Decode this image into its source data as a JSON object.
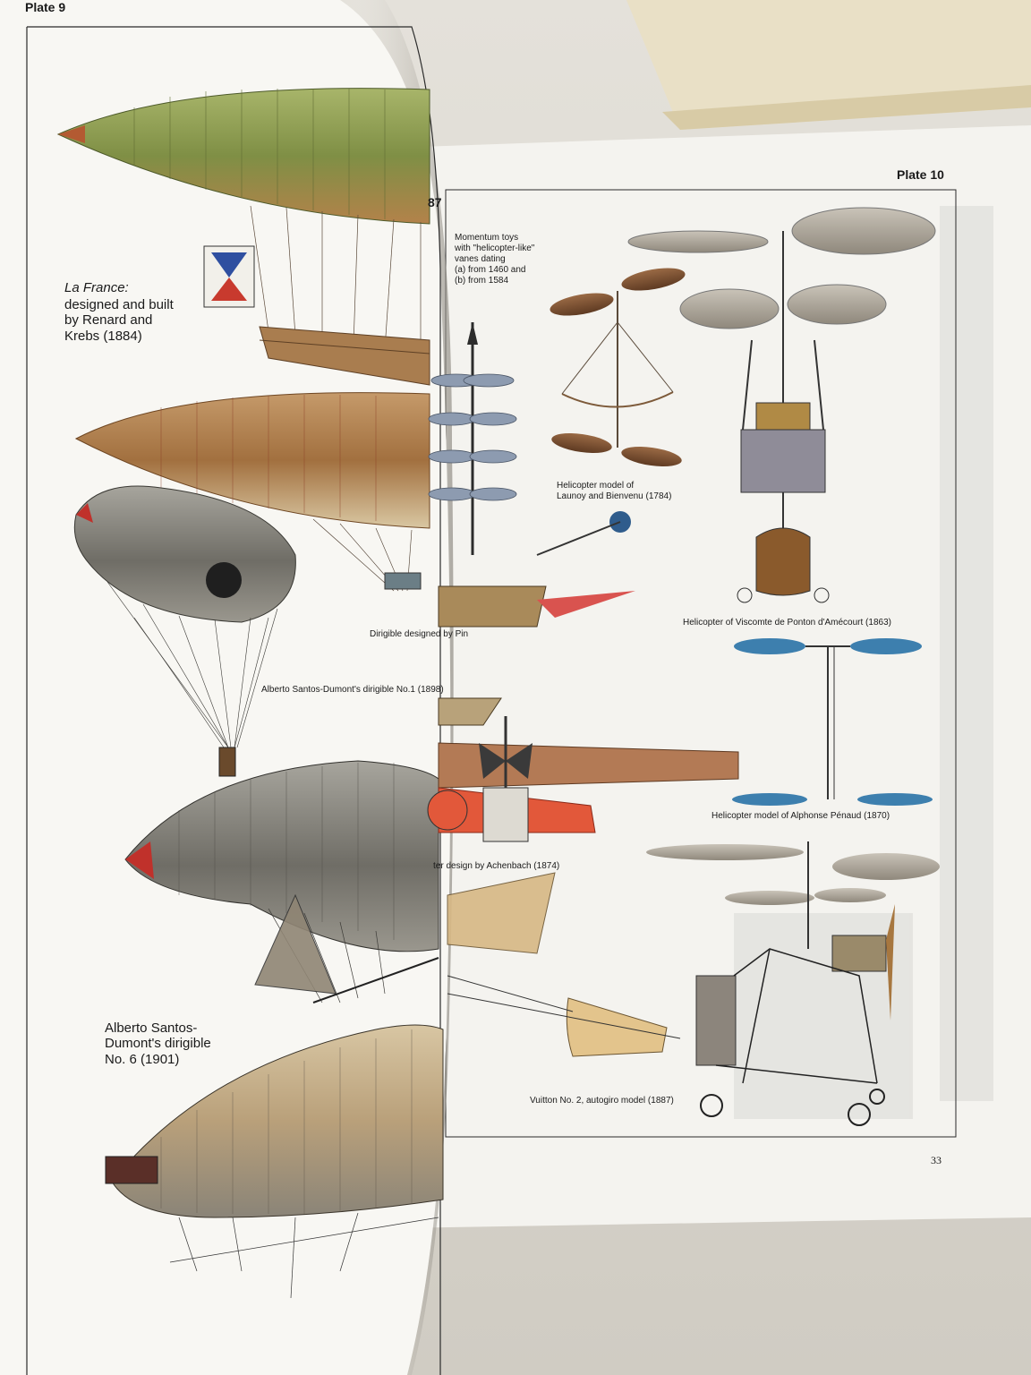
{
  "left_page": {
    "plate_label": "Plate 9",
    "captions": {
      "la_france_title": "La France:",
      "la_france_rest": "designed and built by Renard and Krebs (1884)",
      "santos_no1": "Alberto Santos-Dumont's dirigible No.1 (1898)",
      "santos_no6": "Alberto Santos-Dumont's dirigible No. 6 (1901)",
      "dirigible_partial": "Dirigible designed by Pin"
    }
  },
  "right_page": {
    "plate_label": "Plate 10",
    "header_fragment": "87",
    "page_number": "33",
    "captions": {
      "momentum_toys_1": "Momentum toys",
      "momentum_toys_2": "with \"helicopter-like\"",
      "momentum_toys_3": "vanes dating",
      "momentum_toys_a": "(a) from 1460 and",
      "momentum_toys_b": "(b) from 1584",
      "launoy_1": "Helicopter model of",
      "launoy_2": "Launoy and Bienvenu (1784)",
      "ponton": "Helicopter of Viscomte de Ponton d'Amécourt (1863)",
      "penaud": "Helicopter model of Alphonse Pénaud (1870)",
      "achenbach": "ter design by Achenbach (1874)",
      "vuitton": "Vuitton No. 2, autogiro model (1887)"
    }
  },
  "colors": {
    "background_wall": "#d9d6cf",
    "page_white": "#f6f5f1",
    "airship_green": "#8a9a4e",
    "airship_brown": "#9a6a3e",
    "airship_grey": "#7b7a74",
    "nose_red": "#c0312b",
    "rotor_blue": "#3d7fae"
  }
}
